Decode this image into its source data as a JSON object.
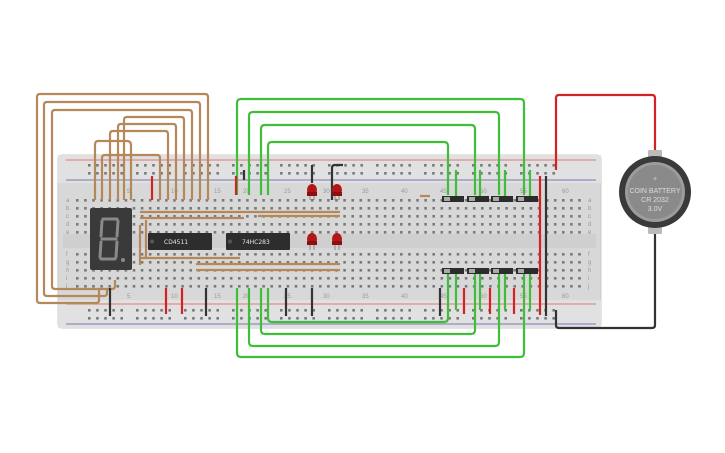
{
  "breadboard": {
    "column_numbers_top": [
      "5",
      "10",
      "15",
      "20",
      "25",
      "30",
      "35",
      "40",
      "45",
      "50",
      "55",
      "60"
    ],
    "column_numbers_bottom": [
      "5",
      "10",
      "15",
      "20",
      "25",
      "30",
      "35",
      "40",
      "45",
      "50",
      "55",
      "60"
    ],
    "row_letters_top": [
      "a",
      "b",
      "c",
      "d",
      "e"
    ],
    "row_letters_bottom": [
      "f",
      "g",
      "h",
      "i",
      "j"
    ]
  },
  "chips": {
    "decoder_label": "CD4511",
    "adder_label": "74HC283"
  },
  "display": {
    "digit": "8."
  },
  "battery": {
    "line1": "COIN BATTERY",
    "line2": "CR 2032",
    "line3": "3.0V",
    "symbol": "+"
  },
  "colors": {
    "breadboard": "#dcdcdc",
    "wire_brown": "#b5885a",
    "wire_green": "#3fbe3a",
    "wire_red": "#d32222",
    "wire_black": "#333333",
    "led": "#b31616",
    "chip": "#2d2d2d"
  }
}
